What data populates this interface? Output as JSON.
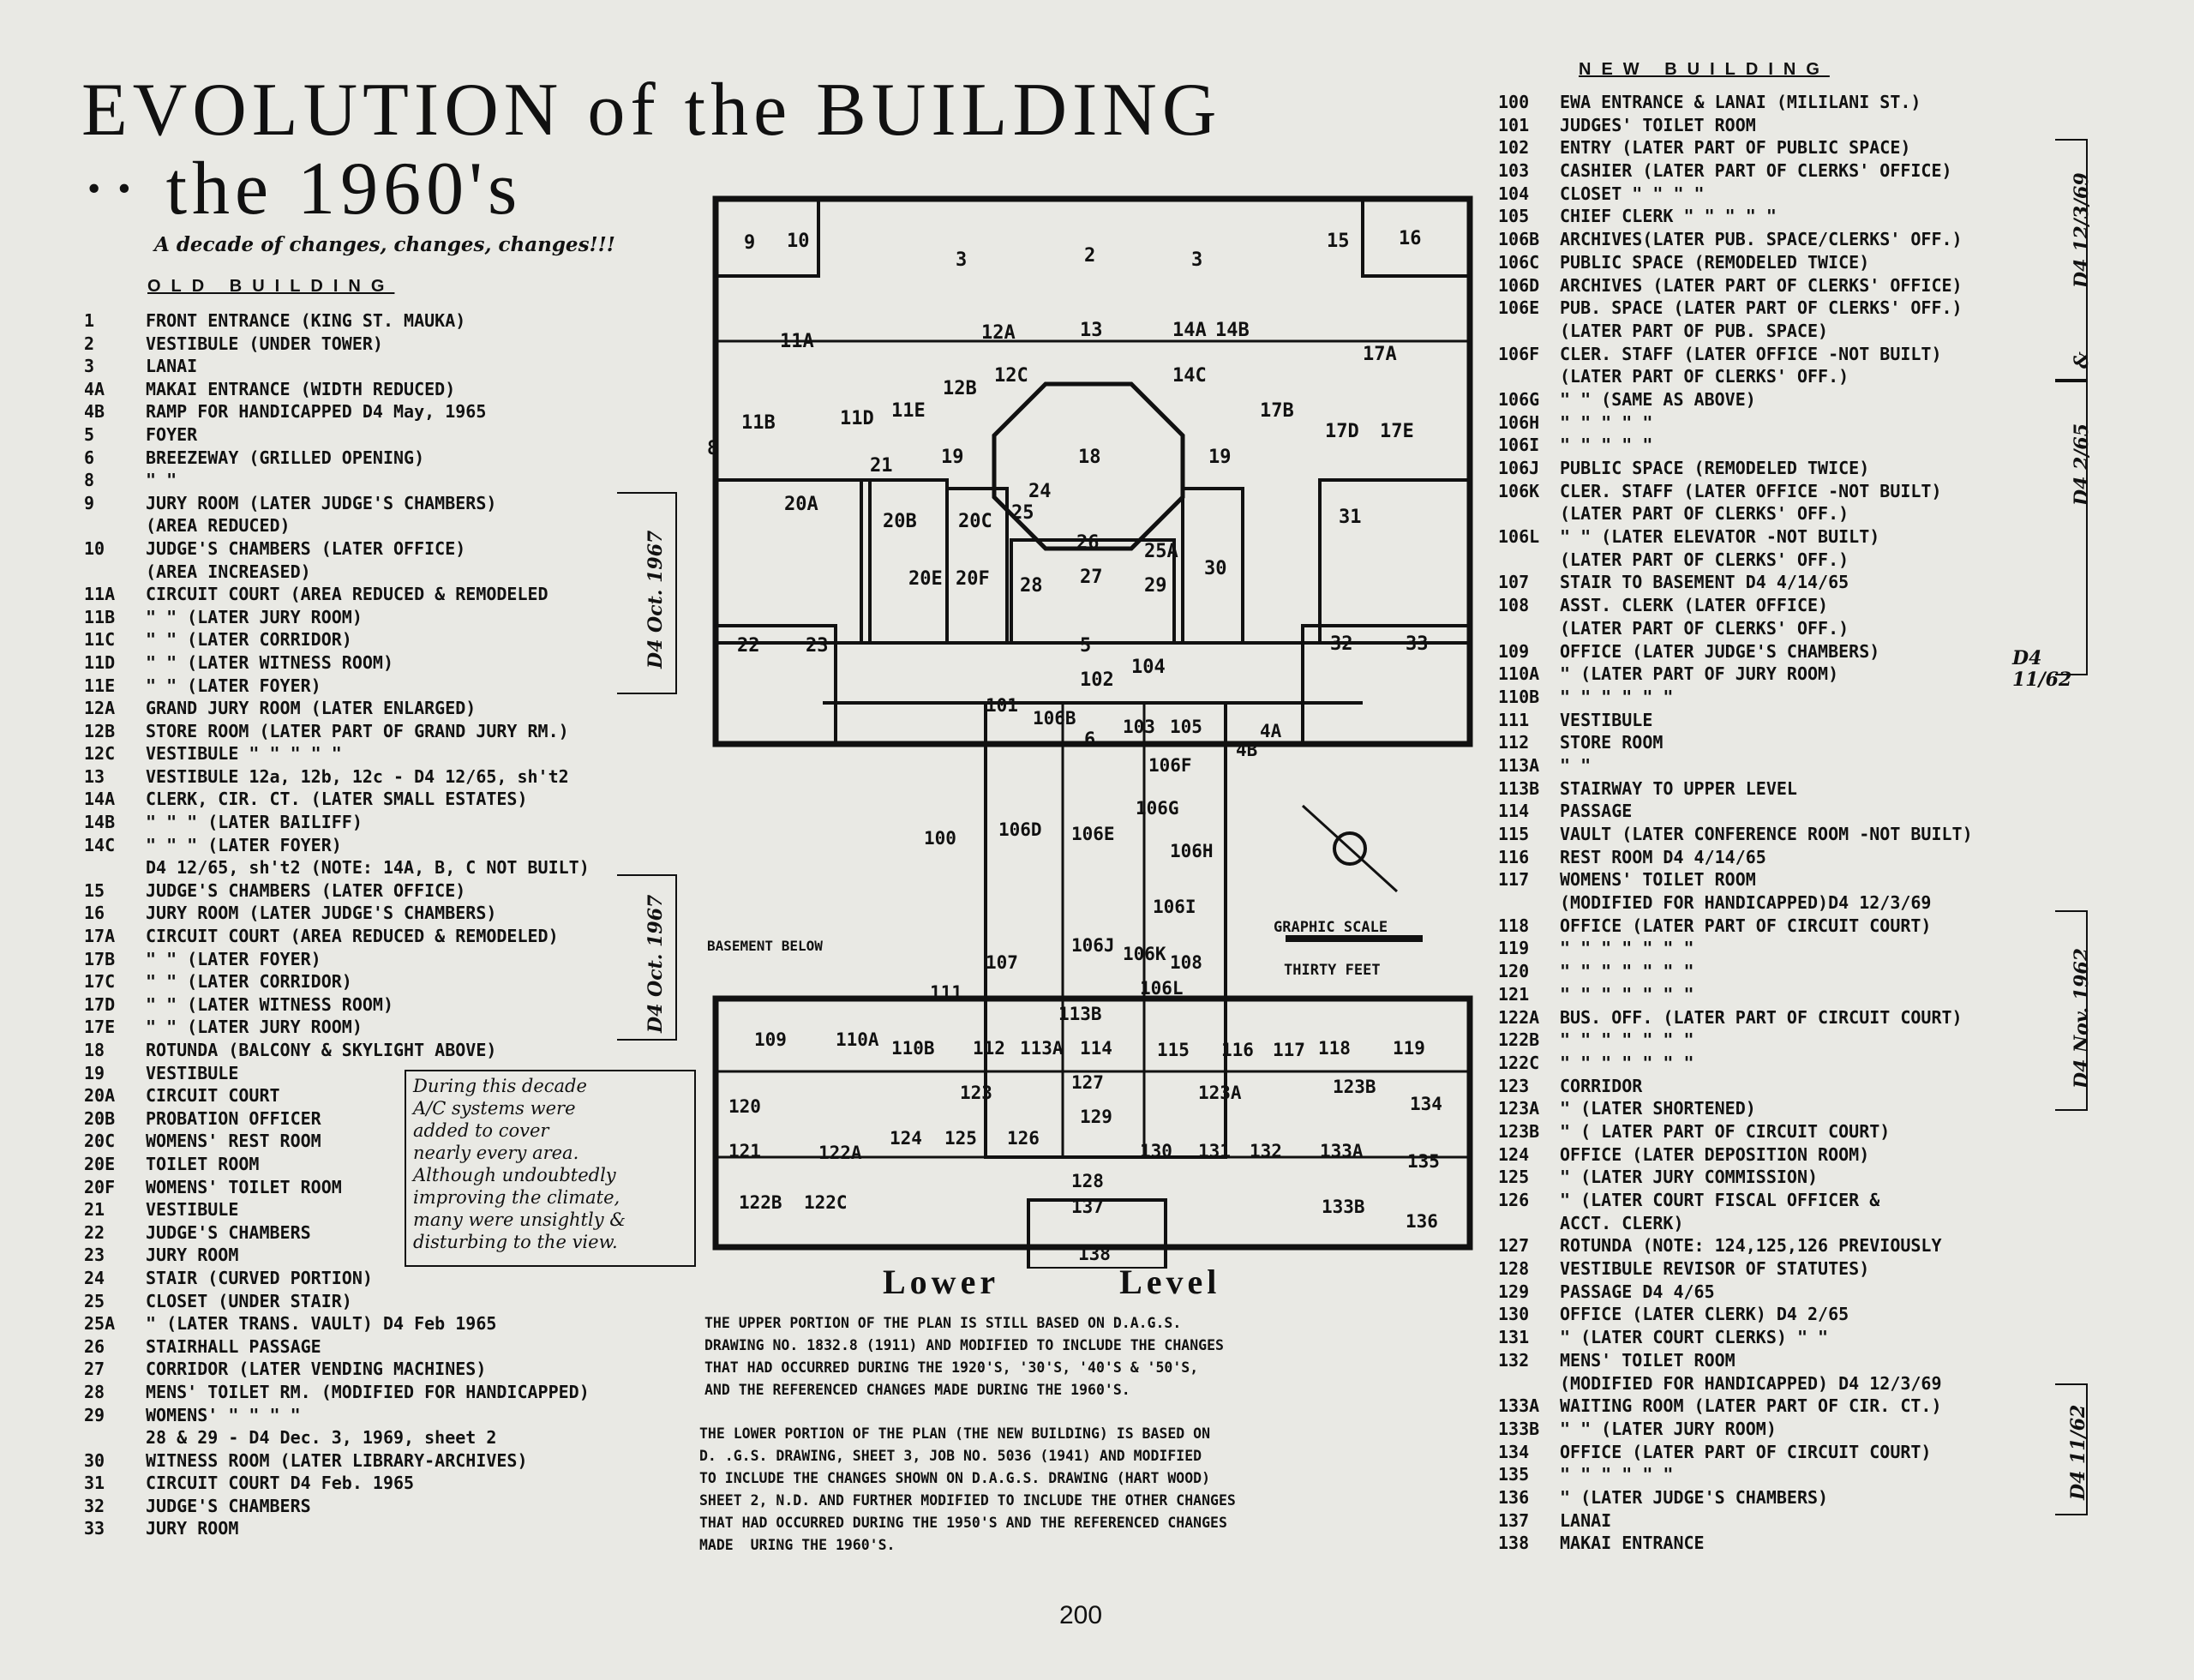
{
  "title": {
    "line1": "EVOLUTION of the BUILDING",
    "line2": "·· the 1960's",
    "subtitle": "A decade of changes, changes, changes!!!"
  },
  "old_building": {
    "heading": "OLD BUILDING",
    "items": [
      {
        "num": "1",
        "text": "FRONT ENTRANCE (KING ST. MAUKA)"
      },
      {
        "num": "2",
        "text": "VESTIBULE (UNDER TOWER)"
      },
      {
        "num": "3",
        "text": "LANAI"
      },
      {
        "num": "4A",
        "text": "MAKAI ENTRANCE (WIDTH REDUCED)"
      },
      {
        "num": "4B",
        "text": "RAMP FOR HANDICAPPED  D4 May, 1965"
      },
      {
        "num": "5",
        "text": "FOYER"
      },
      {
        "num": "6",
        "text": "BREEZEWAY (GRILLED OPENING)"
      },
      {
        "num": "8",
        "text": "\"       \""
      },
      {
        "num": "9",
        "text": "JURY ROOM (LATER JUDGE'S CHAMBERS)"
      },
      {
        "num": "",
        "text": "         (AREA REDUCED)"
      },
      {
        "num": "10",
        "text": "JUDGE'S CHAMBERS (LATER OFFICE)"
      },
      {
        "num": "",
        "text": "                 (AREA INCREASED)"
      },
      {
        "num": "11A",
        "text": "CIRCUIT COURT (AREA REDUCED & REMODELED"
      },
      {
        "num": "11B",
        "text": "  \"      \"   (LATER JURY ROOM)"
      },
      {
        "num": "11C",
        "text": "  \"      \"   (LATER CORRIDOR)"
      },
      {
        "num": "11D",
        "text": "  \"      \"   (LATER WITNESS ROOM)"
      },
      {
        "num": "11E",
        "text": "  \"      \"   (LATER FOYER)"
      },
      {
        "num": "12A",
        "text": "GRAND JURY ROOM (LATER ENLARGED)"
      },
      {
        "num": "12B",
        "text": "STORE ROOM (LATER PART OF GRAND JURY RM.)"
      },
      {
        "num": "12C",
        "text": "VESTIBULE    \"   \"   \"   \"   \""
      },
      {
        "num": "13",
        "text": "VESTIBULE   12a, 12b, 12c - D4 12/65, sh't2"
      },
      {
        "num": "14A",
        "text": "CLERK, CIR. CT. (LATER SMALL ESTATES)"
      },
      {
        "num": "14B",
        "text": "  \"    \"    \"  (LATER BAILIFF)"
      },
      {
        "num": "14C",
        "text": "  \"    \"    \"  (LATER FOYER)"
      },
      {
        "num": "",
        "text": "D4 12/65, sh't2 (NOTE: 14A, B, C NOT BUILT)"
      },
      {
        "num": "15",
        "text": "JUDGE'S CHAMBERS (LATER OFFICE)"
      },
      {
        "num": "16",
        "text": "JURY ROOM (LATER JUDGE'S CHAMBERS)"
      },
      {
        "num": "17A",
        "text": "CIRCUIT COURT (AREA REDUCED & REMODELED)"
      },
      {
        "num": "17B",
        "text": "  \"      \"   (LATER FOYER)"
      },
      {
        "num": "17C",
        "text": "  \"      \"   (LATER CORRIDOR)"
      },
      {
        "num": "17D",
        "text": "  \"      \"   (LATER WITNESS ROOM)"
      },
      {
        "num": "17E",
        "text": "  \"      \"   (LATER JURY ROOM)"
      },
      {
        "num": "18",
        "text": "ROTUNDA (BALCONY & SKYLIGHT ABOVE)"
      },
      {
        "num": "19",
        "text": "VESTIBULE"
      },
      {
        "num": "20A",
        "text": "CIRCUIT COURT"
      },
      {
        "num": "20B",
        "text": "PROBATION OFFICER"
      },
      {
        "num": "20C",
        "text": "WOMENS' REST ROOM"
      },
      {
        "num": "20E",
        "text": "TOILET ROOM"
      },
      {
        "num": "20F",
        "text": "WOMENS' TOILET ROOM"
      },
      {
        "num": "21",
        "text": "VESTIBULE"
      },
      {
        "num": "22",
        "text": "JUDGE'S CHAMBERS"
      },
      {
        "num": "23",
        "text": "JURY ROOM"
      },
      {
        "num": "24",
        "text": "STAIR (CURVED PORTION)"
      },
      {
        "num": "25",
        "text": "CLOSET (UNDER STAIR)"
      },
      {
        "num": "25A",
        "text": "  \"   (LATER TRANS. VAULT) D4 Feb 1965"
      },
      {
        "num": "26",
        "text": "STAIRHALL PASSAGE"
      },
      {
        "num": "27",
        "text": "CORRIDOR (LATER VENDING MACHINES)"
      },
      {
        "num": "28",
        "text": "MENS' TOILET RM. (MODIFIED FOR HANDICAPPED)"
      },
      {
        "num": "29",
        "text": "WOMENS'  \"     \"     \"     \""
      },
      {
        "num": "",
        "text": "      28 & 29 - D4 Dec. 3, 1969, sheet 2"
      },
      {
        "num": "30",
        "text": "WITNESS ROOM (LATER LIBRARY-ARCHIVES)"
      },
      {
        "num": "31",
        "text": "CIRCUIT COURT        D4 Feb. 1965"
      },
      {
        "num": "32",
        "text": "JUDGE'S CHAMBERS"
      },
      {
        "num": "33",
        "text": "JURY ROOM"
      }
    ]
  },
  "note_box": {
    "line1": "During this decade",
    "line2": "A/C systems were",
    "line3": "added to cover",
    "line4": "nearly every area.",
    "line5": "Although undoubtedly",
    "line6": "improving the climate,",
    "line7": "many were unsightly &",
    "line8": "disturbing to the view."
  },
  "new_building": {
    "heading": "NEW BUILDING",
    "items": [
      {
        "num": "100",
        "text": "EWA ENTRANCE & LANAI (MILILANI ST.)"
      },
      {
        "num": "101",
        "text": "JUDGES' TOILET ROOM"
      },
      {
        "num": "102",
        "text": "ENTRY (LATER PART OF PUBLIC SPACE)"
      },
      {
        "num": "103",
        "text": "CASHIER (LATER PART OF CLERKS' OFFICE)"
      },
      {
        "num": "104",
        "text": "CLOSET    \"    \"    \"    \""
      },
      {
        "num": "105",
        "text": "CHIEF CLERK \"   \"   \"   \"   \""
      },
      {
        "num": "106B",
        "text": "ARCHIVES(LATER PUB. SPACE/CLERKS' OFF.)"
      },
      {
        "num": "106C",
        "text": "PUBLIC SPACE (REMODELED TWICE)"
      },
      {
        "num": "106D",
        "text": "ARCHIVES (LATER PART OF CLERKS' OFFICE)"
      },
      {
        "num": "106E",
        "text": "PUB. SPACE (LATER PART OF CLERKS' OFF.)"
      },
      {
        "num": "",
        "text": "           (LATER PART OF PUB. SPACE)"
      },
      {
        "num": "106F",
        "text": "CLER. STAFF (LATER OFFICE -NOT BUILT)"
      },
      {
        "num": "",
        "text": "            (LATER PART OF CLERKS' OFF.)"
      },
      {
        "num": "106G",
        "text": "  \"    \"   (SAME AS ABOVE)"
      },
      {
        "num": "106H",
        "text": "  \"    \"     \"   \"   \""
      },
      {
        "num": "106I",
        "text": "  \"    \"     \"   \"   \""
      },
      {
        "num": "106J",
        "text": "PUBLIC SPACE (REMODELED TWICE)"
      },
      {
        "num": "106K",
        "text": "CLER. STAFF (LATER OFFICE -NOT BUILT)"
      },
      {
        "num": "",
        "text": "            (LATER PART OF CLERKS' OFF.)"
      },
      {
        "num": "106L",
        "text": "  \"    \"   (LATER ELEVATOR -NOT BUILT)"
      },
      {
        "num": "",
        "text": "            (LATER PART OF CLERKS' OFF.)"
      },
      {
        "num": "107",
        "text": "STAIR TO BASEMENT        D4 4/14/65"
      },
      {
        "num": "108",
        "text": "ASST. CLERK (LATER OFFICE)"
      },
      {
        "num": "",
        "text": "            (LATER PART OF CLERKS' OFF.)"
      },
      {
        "num": "109",
        "text": "OFFICE (LATER JUDGE'S CHAMBERS)"
      },
      {
        "num": "110A",
        "text": "  \"    (LATER PART OF JURY ROOM)"
      },
      {
        "num": "110B",
        "text": "  \"      \"   \"   \"   \"   \""
      },
      {
        "num": "111",
        "text": "VESTIBULE"
      },
      {
        "num": "112",
        "text": "STORE ROOM"
      },
      {
        "num": "113A",
        "text": "  \"    \""
      },
      {
        "num": "113B",
        "text": "STAIRWAY TO UPPER LEVEL"
      },
      {
        "num": "114",
        "text": "PASSAGE"
      },
      {
        "num": "115",
        "text": "VAULT (LATER CONFERENCE ROOM -NOT BUILT)"
      },
      {
        "num": "116",
        "text": "REST ROOM                  D4 4/14/65"
      },
      {
        "num": "117",
        "text": "WOMENS' TOILET ROOM"
      },
      {
        "num": "",
        "text": "(MODIFIED FOR HANDICAPPED)D4 12/3/69"
      },
      {
        "num": "118",
        "text": "OFFICE (LATER PART OF CIRCUIT COURT)"
      },
      {
        "num": "119",
        "text": "  \"      \"   \"   \"   \"   \"   \""
      },
      {
        "num": "120",
        "text": "  \"      \"   \"   \"   \"   \"   \""
      },
      {
        "num": "121",
        "text": "  \"      \"   \"   \"   \"   \"   \""
      },
      {
        "num": "122A",
        "text": "BUS. OFF. (LATER PART OF CIRCUIT COURT)"
      },
      {
        "num": "122B",
        "text": "  \"   \"     \"   \"   \"   \"   \""
      },
      {
        "num": "122C",
        "text": "  \"   \"     \"   \"   \"   \"   \""
      },
      {
        "num": "123",
        "text": "CORRIDOR"
      },
      {
        "num": "123A",
        "text": "  \"    (LATER SHORTENED)"
      },
      {
        "num": "123B",
        "text": "  \"    ( LATER PART OF CIRCUIT COURT)"
      },
      {
        "num": "124",
        "text": "OFFICE (LATER DEPOSITION ROOM)"
      },
      {
        "num": "125",
        "text": "  \"   (LATER JURY COMMISSION)"
      },
      {
        "num": "126",
        "text": "  \"   (LATER COURT FISCAL OFFICER &"
      },
      {
        "num": "",
        "text": "        ACCT. CLERK)"
      },
      {
        "num": "127",
        "text": "ROTUNDA   (NOTE: 124,125,126 PREVIOUSLY"
      },
      {
        "num": "128",
        "text": "VESTIBULE          REVISOR OF STATUTES)"
      },
      {
        "num": "129",
        "text": "PASSAGE                D4 4/65"
      },
      {
        "num": "130",
        "text": "OFFICE (LATER CLERK)        D4 2/65"
      },
      {
        "num": "131",
        "text": "  \"    (LATER COURT CLERKS) \"  \""
      },
      {
        "num": "132",
        "text": "MENS' TOILET ROOM"
      },
      {
        "num": "",
        "text": "(MODIFIED FOR HANDICAPPED) D4 12/3/69"
      },
      {
        "num": "133A",
        "text": "WAITING ROOM (LATER PART OF CIR. CT.)"
      },
      {
        "num": "133B",
        "text": "  \"    \"    (LATER JURY ROOM)"
      },
      {
        "num": "134",
        "text": "OFFICE (LATER PART OF CIRCUIT COURT)"
      },
      {
        "num": "135",
        "text": "  \"      \"   \"   \"   \"   \""
      },
      {
        "num": "136",
        "text": "  \"    (LATER JUDGE'S CHAMBERS)"
      },
      {
        "num": "137",
        "text": "LANAI"
      },
      {
        "num": "138",
        "text": "MAKAI ENTRANCE"
      }
    ]
  },
  "date_brackets": {
    "oct67a": "D4 Oct. 1967",
    "oct67b": "D4 Oct. 1967",
    "dec69": "D4 12/3/69",
    "feb65": "D4 2/65",
    "amp": "&",
    "nov62": "D4 Nov. 1962",
    "nov62b": "D4 11/62",
    "d4": "D4",
    "d4b": "11/62"
  },
  "plan": {
    "caption_lower": "Lower",
    "caption_level": "Level",
    "basement_below": "BASEMENT BELOW",
    "graphic_scale": "GRAPHIC SCALE",
    "thirty_feet": "THIRTY FEET",
    "rooms_upper": [
      "9",
      "10",
      "3",
      "2",
      "3",
      "15",
      "16",
      "11A",
      "12A",
      "13",
      "14A",
      "14B",
      "17A",
      "12B",
      "12C",
      "14C",
      "11B",
      "11D",
      "11E",
      "17B",
      "17D",
      "17E",
      "21",
      "19",
      "18",
      "19",
      "20A",
      "20B",
      "20C",
      "31",
      "24",
      "25",
      "26",
      "25A",
      "30",
      "20E",
      "20F",
      "28",
      "27",
      "29",
      "22",
      "23",
      "5",
      "32",
      "33",
      "8",
      "102",
      "104",
      "6"
    ],
    "rooms_lower": [
      "101",
      "106B",
      "103",
      "105",
      "4A",
      "4B",
      "106F",
      "100",
      "106D",
      "106E",
      "106G",
      "106H",
      "106I",
      "107",
      "106J",
      "106K",
      "108",
      "106L",
      "111",
      "113B",
      "109",
      "110A",
      "110B",
      "112",
      "113A",
      "114",
      "115",
      "116",
      "117",
      "118",
      "119",
      "123",
      "127",
      "123A",
      "120",
      "123B",
      "134",
      "129",
      "121",
      "122A",
      "124",
      "125",
      "126",
      "130",
      "131",
      "132",
      "133A",
      "135",
      "128",
      "122B",
      "122C",
      "137",
      "133B",
      "136",
      "138"
    ]
  },
  "paragraph1": {
    "l1": "THE UPPER PORTION OF THE PLAN IS STILL BASED ON D.A.G.S.",
    "l2": "DRAWING NO. 1832.8 (1911) AND MODIFIED TO INCLUDE THE CHANGES",
    "l3": "THAT HAD OCCURRED DURING THE 1920'S, '30'S, '40'S & '50'S,",
    "l4": "AND THE REFERENCED CHANGES MADE DURING THE 1960'S."
  },
  "paragraph2": {
    "l1": "THE LOWER PORTION OF THE PLAN (THE NEW BUILDING) IS BASED ON",
    "l2": "D. .G.S. DRAWING, SHEET 3, JOB NO. 5036 (1941) AND MODIFIED",
    "l3": "TO INCLUDE THE CHANGES SHOWN ON D.A.G.S. DRAWING (HART WOOD)",
    "l4": "SHEET 2, N.D. AND FURTHER MODIFIED TO INCLUDE THE OTHER CHANGES",
    "l5": "THAT HAD OCCURRED DURING THE 1950'S AND THE REFERENCED CHANGES",
    "l6": "MADE  URING THE 1960'S."
  },
  "page_number": "200"
}
